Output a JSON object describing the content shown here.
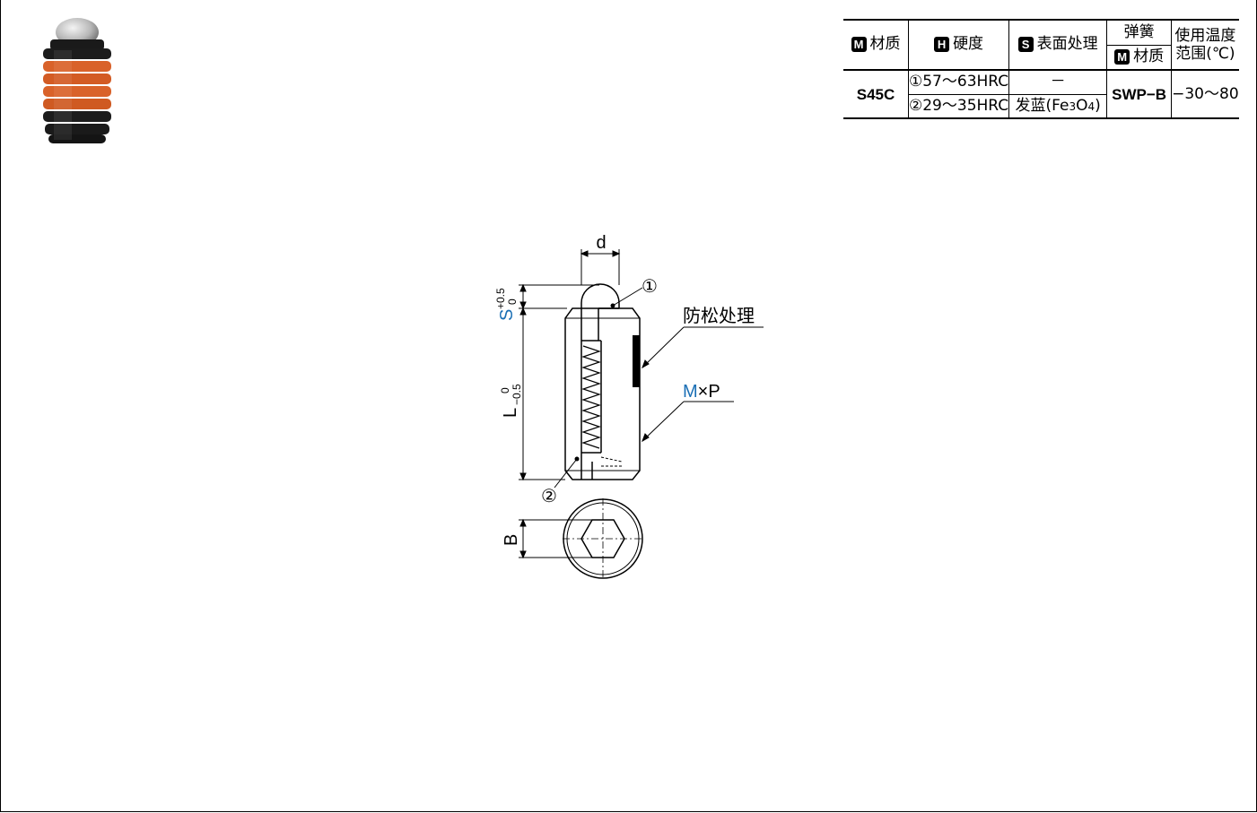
{
  "spec_table": {
    "headers": {
      "material": {
        "badge": "M",
        "label": "材质"
      },
      "hardness": {
        "badge": "H",
        "label": "硬度"
      },
      "surface": {
        "badge": "S",
        "label": "表面处理"
      },
      "spring": {
        "top": "弹簧",
        "badge": "M",
        "label": "材质"
      },
      "temperature": {
        "line1": "使用温度",
        "line2": "范围(℃)"
      }
    },
    "values": {
      "material": "S45C",
      "hardness_1": "①57～63HRC",
      "hardness_2": "②29～35HRC",
      "surface_1": "－",
      "surface_2_main": "发蓝(Fe",
      "surface_2_sub1": "3",
      "surface_2_mid": "O",
      "surface_2_sub2": "4",
      "surface_2_end": ")",
      "spring_material": "SWP−B",
      "temperature": "−30～80"
    }
  },
  "drawing": {
    "label_d": "d",
    "label_s": "S",
    "s_tol_upper": "+0.5",
    "s_tol_lower": "0",
    "label_l": "L",
    "l_tol_upper": "0",
    "l_tol_lower": "−0.5",
    "label_b": "B",
    "callout_1": "①",
    "callout_2": "②",
    "anti_loosening": "防松处理",
    "thread_m": "M",
    "thread_x": "×",
    "thread_p": "P"
  },
  "colors": {
    "accent_blue": "#1a6fb5",
    "thread_orange": "#d9622a",
    "ball_gray": "#c8c8c8"
  }
}
